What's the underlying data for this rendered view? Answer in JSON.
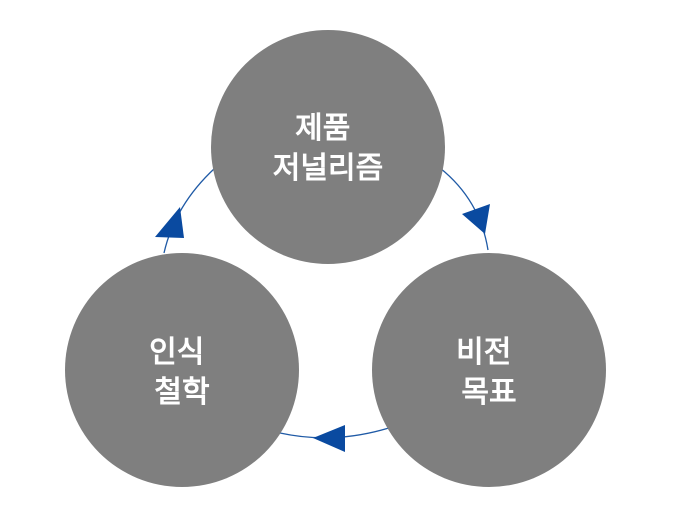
{
  "colors": {
    "node_fill": "#7f7f7f",
    "label_text": "#ffffff",
    "cycle_line": "#1f5aa6",
    "arrowhead": "#0a4aa0"
  },
  "nodes": [
    {
      "id": "top",
      "line1": "제품",
      "line2": "저널리즘"
    },
    {
      "id": "right",
      "line1": "비전",
      "line2": "목표"
    },
    {
      "id": "left",
      "line1": "인식",
      "line2": "철학"
    }
  ],
  "cycle_order": [
    "top",
    "right",
    "left"
  ]
}
